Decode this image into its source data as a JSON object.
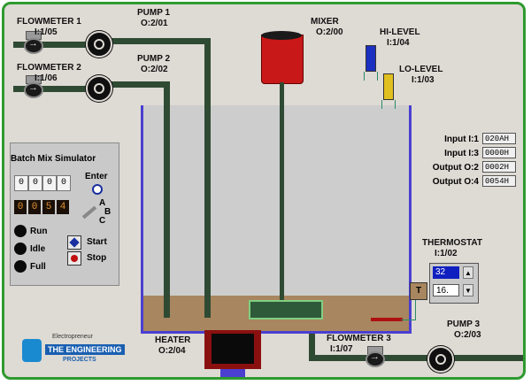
{
  "labels": {
    "flowmeter1": {
      "name": "FLOWMETER 1",
      "addr": "I:1/05"
    },
    "flowmeter2": {
      "name": "FLOWMETER 2",
      "addr": "I:1/06"
    },
    "pump1": {
      "name": "PUMP 1",
      "addr": "O:2/01"
    },
    "pump2": {
      "name": "PUMP 2",
      "addr": "O:2/02"
    },
    "mixer": {
      "name": "MIXER",
      "addr": "O:2/00"
    },
    "hilevel": {
      "name": "HI-LEVEL",
      "addr": "I:1/04"
    },
    "lolevel": {
      "name": "LO-LEVEL",
      "addr": "I:1/03"
    },
    "thermostat": {
      "name": "THERMOSTAT",
      "addr": "I:1/02"
    },
    "heater": {
      "name": "HEATER",
      "addr": "O:2/04"
    },
    "flowmeter3": {
      "name": "FLOWMETER 3",
      "addr": "I:1/07"
    },
    "pump3": {
      "name": "PUMP 3",
      "addr": "O:2/03"
    }
  },
  "io": [
    {
      "label": "Input I:1",
      "value": "020AH"
    },
    {
      "label": "Input I:3",
      "value": "0000H"
    },
    {
      "label": "Output O:2",
      "value": "0002H"
    },
    {
      "label": "Output O:4",
      "value": "0054H"
    }
  ],
  "panel": {
    "title": "Batch Mix Simulator",
    "enter": "Enter",
    "digits": [
      "0",
      "0",
      "0",
      "0"
    ],
    "display": [
      "0",
      "0",
      "5",
      "4"
    ],
    "abc": [
      "A",
      "B",
      "C"
    ],
    "run": "Run",
    "idle": "Idle",
    "full": "Full",
    "start": "Start",
    "stop": "Stop"
  },
  "thermostat": {
    "value": "32",
    "setpoint": "16.",
    "t_label": "T"
  },
  "logo": {
    "top": "Electropreneur",
    "main": "THE ENGINEERING",
    "sub": "PROJECTS"
  },
  "colors": {
    "frame": "#2e9a2e",
    "tank_wall": "#4a3fd0",
    "mixer": "#c81818",
    "liquid": "#a8865f",
    "pipe": "#2f4a33"
  }
}
